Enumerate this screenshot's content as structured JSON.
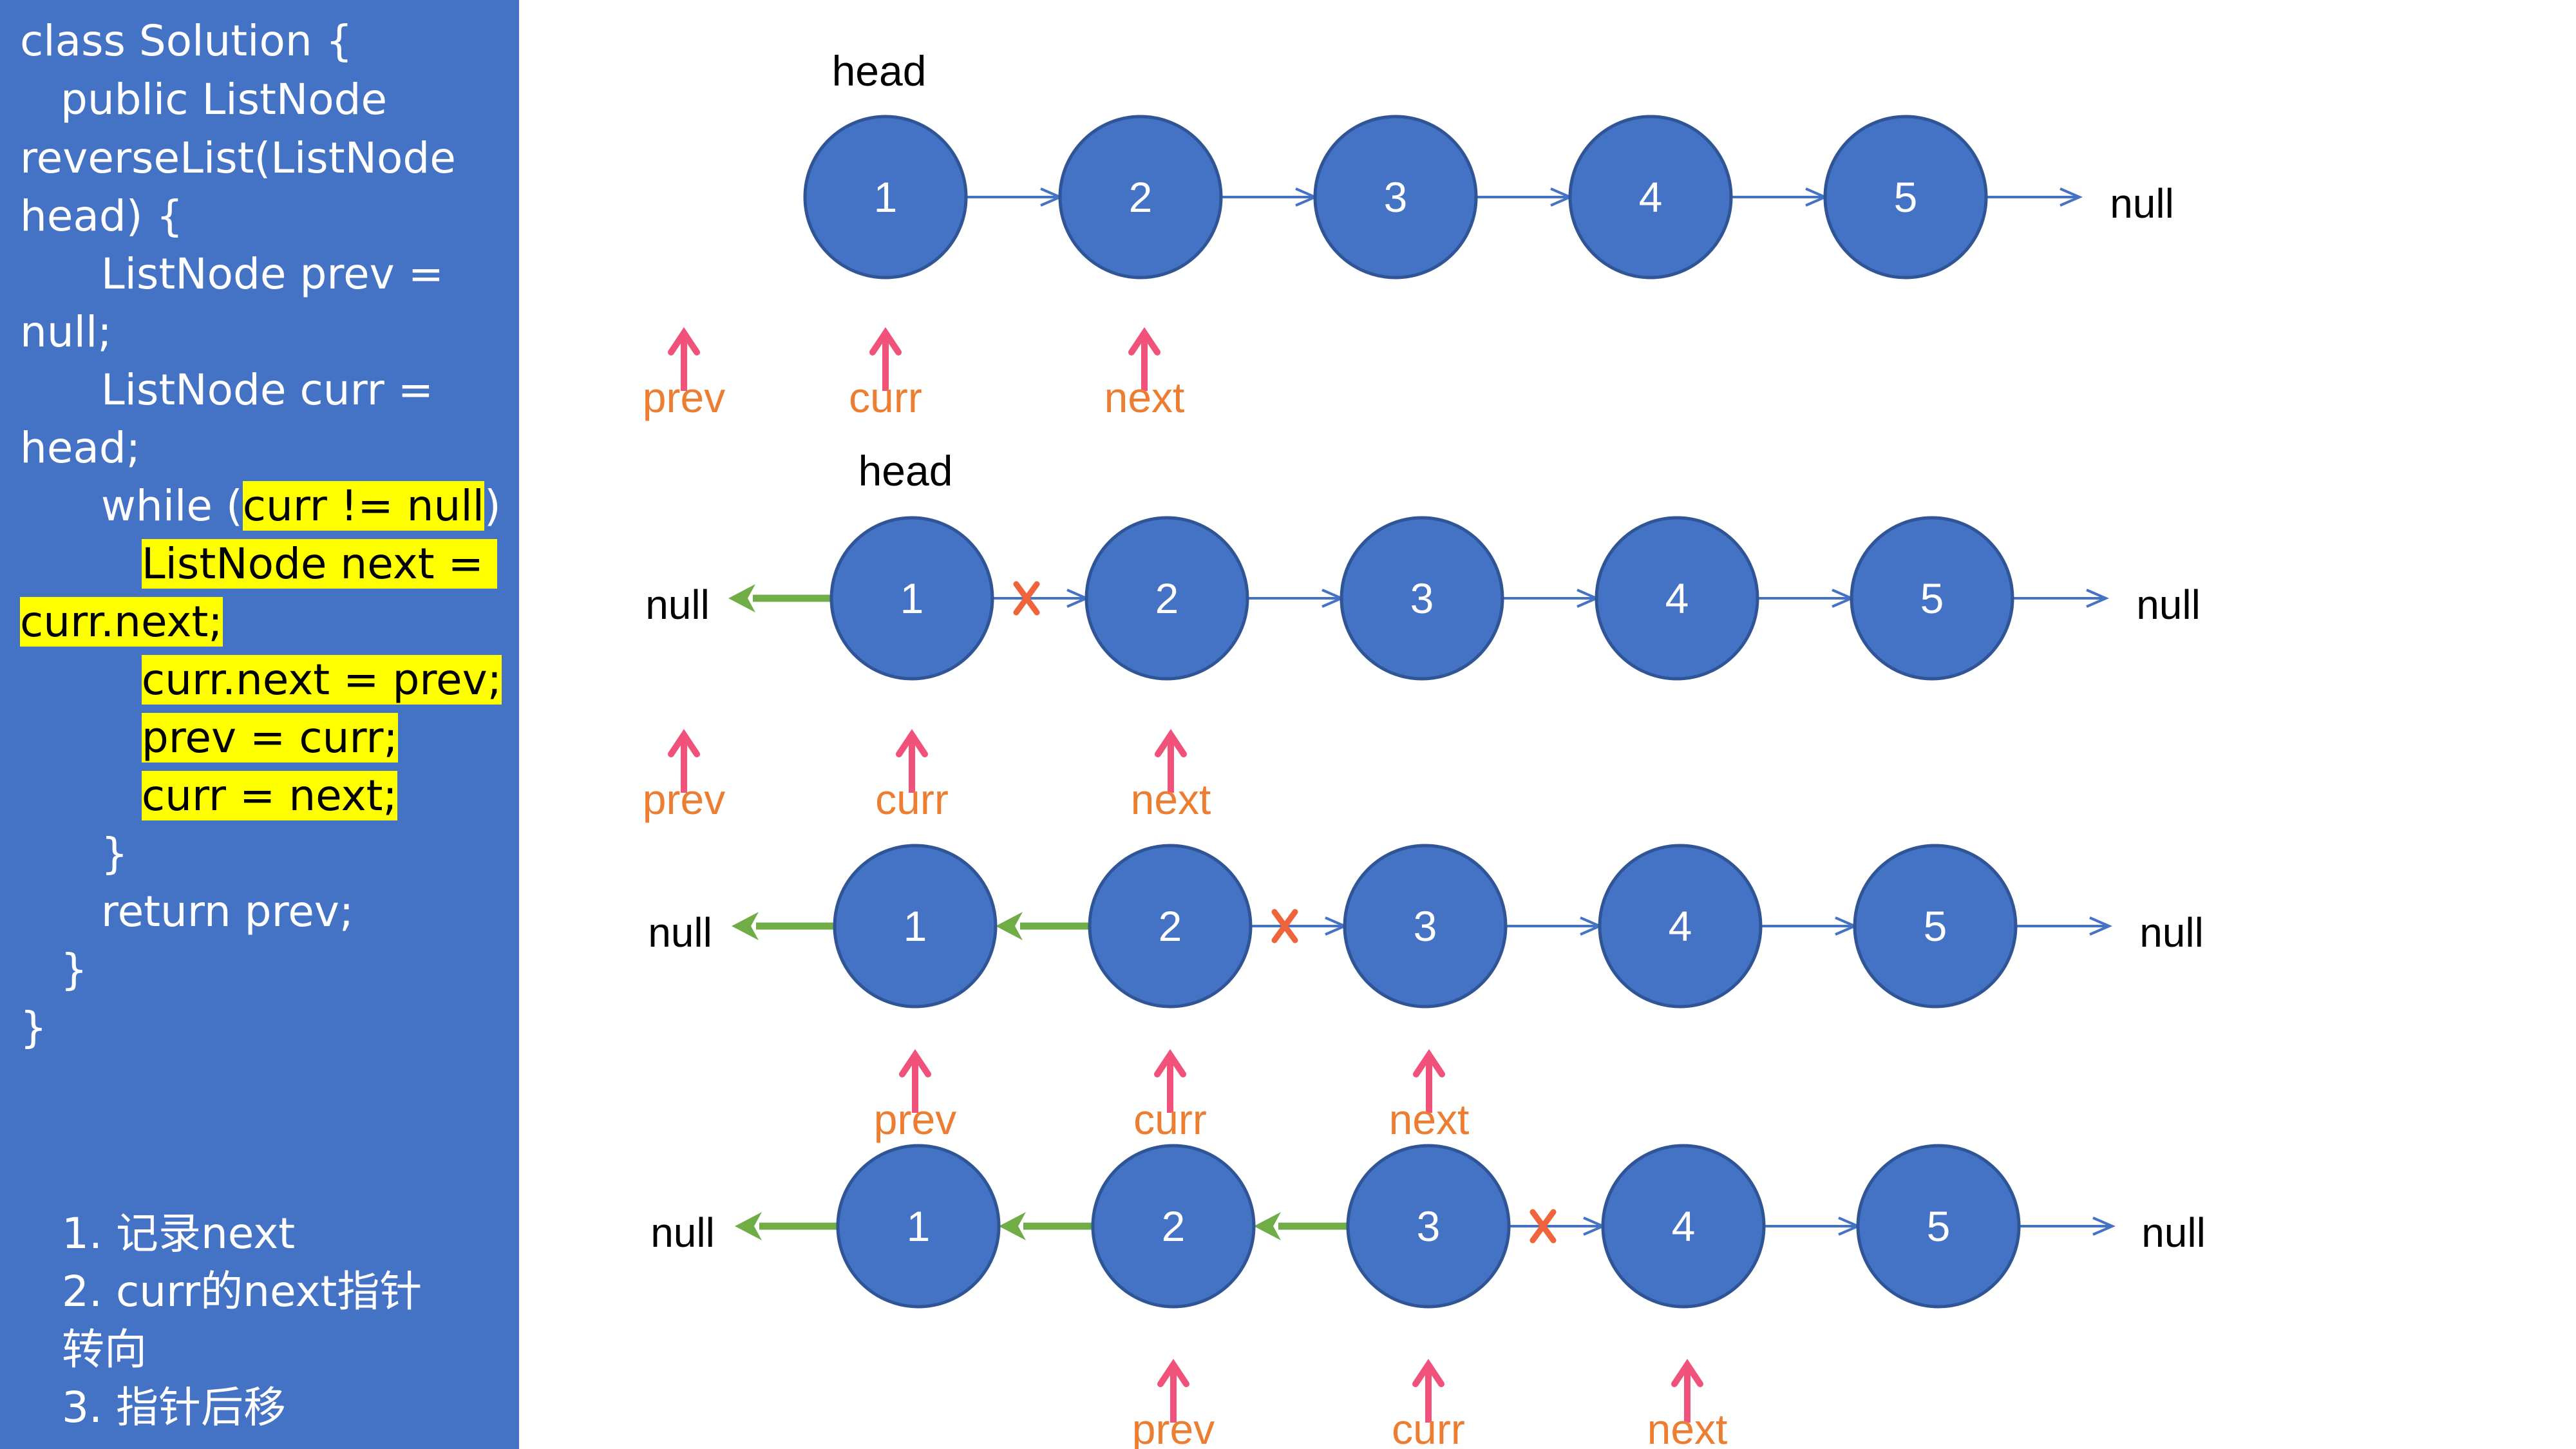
{
  "code": {
    "lines": [
      {
        "text": "class Solution {"
      },
      {
        "indent": "   ",
        "text": "public ListNode"
      },
      {
        "text": "reverseList(ListNode"
      },
      {
        "text": "head) {"
      },
      {
        "indent": "      ",
        "text": "ListNode prev ="
      },
      {
        "text": "null;"
      },
      {
        "indent": "      ",
        "text": "ListNode curr ="
      },
      {
        "text": "head;"
      },
      {
        "indent": "      ",
        "pre": "while (",
        "hl": "curr != null",
        "post": ") {"
      },
      {
        "indent": "         ",
        "hl": "ListNode next = "
      },
      {
        "hl": "curr.next;"
      },
      {
        "indent": "         ",
        "hl": "curr.next = prev;"
      },
      {
        "indent": "         ",
        "hl": "prev = curr;"
      },
      {
        "indent": "         ",
        "hl": "curr = next;"
      },
      {
        "indent": "      ",
        "text": "}"
      },
      {
        "indent": "      ",
        "text": "return prev;"
      },
      {
        "indent": "   ",
        "text": "}"
      },
      {
        "text": "}"
      }
    ]
  },
  "steps": [
    "1. 记录next",
    "2. curr的next指针",
    "转向",
    "3. 指针后移"
  ],
  "colors": {
    "panel": "#4472c4",
    "node_fill": "#4472c4",
    "node_stroke": "#2f5597",
    "thin_arrow": "#4472c4",
    "reversed_arrow": "#70ad47",
    "pointer_arrow": "#f0527c",
    "pointer_label": "#ed7d31",
    "break_mark": "#f0643c",
    "highlight": "#ffff00"
  },
  "icons": {
    "break": "x-mark-icon"
  },
  "diagram": {
    "rows": [
      {
        "nodes": [
          "1",
          "2",
          "3",
          "4",
          "5"
        ],
        "reversed": 0,
        "break_after": null,
        "left_null": null,
        "right_null": "null",
        "head_label": "head",
        "pointers": [
          {
            "label": "prev",
            "at": "before"
          },
          {
            "label": "curr",
            "at": 0
          },
          {
            "label": "next",
            "at": 1
          }
        ]
      },
      {
        "nodes": [
          "1",
          "2",
          "3",
          "4",
          "5"
        ],
        "reversed": 1,
        "break_after": 0,
        "left_null": "null",
        "right_null": "null",
        "head_label": "head",
        "pointers": [
          {
            "label": "prev",
            "at": "before"
          },
          {
            "label": "curr",
            "at": 0
          },
          {
            "label": "next",
            "at": 1
          }
        ]
      },
      {
        "nodes": [
          "1",
          "2",
          "3",
          "4",
          "5"
        ],
        "reversed": 2,
        "break_after": 1,
        "left_null": "null",
        "right_null": "null",
        "head_label": null,
        "pointers": [
          {
            "label": "prev",
            "at": 0
          },
          {
            "label": "curr",
            "at": 1
          },
          {
            "label": "next",
            "at": 2
          }
        ]
      },
      {
        "nodes": [
          "1",
          "2",
          "3",
          "4",
          "5"
        ],
        "reversed": 3,
        "break_after": 2,
        "left_null": "null",
        "right_null": "null",
        "head_label": null,
        "pointers": [
          {
            "label": "prev",
            "at": 1
          },
          {
            "label": "curr",
            "at": 2
          },
          {
            "label": "next",
            "at": 3
          }
        ]
      }
    ]
  }
}
